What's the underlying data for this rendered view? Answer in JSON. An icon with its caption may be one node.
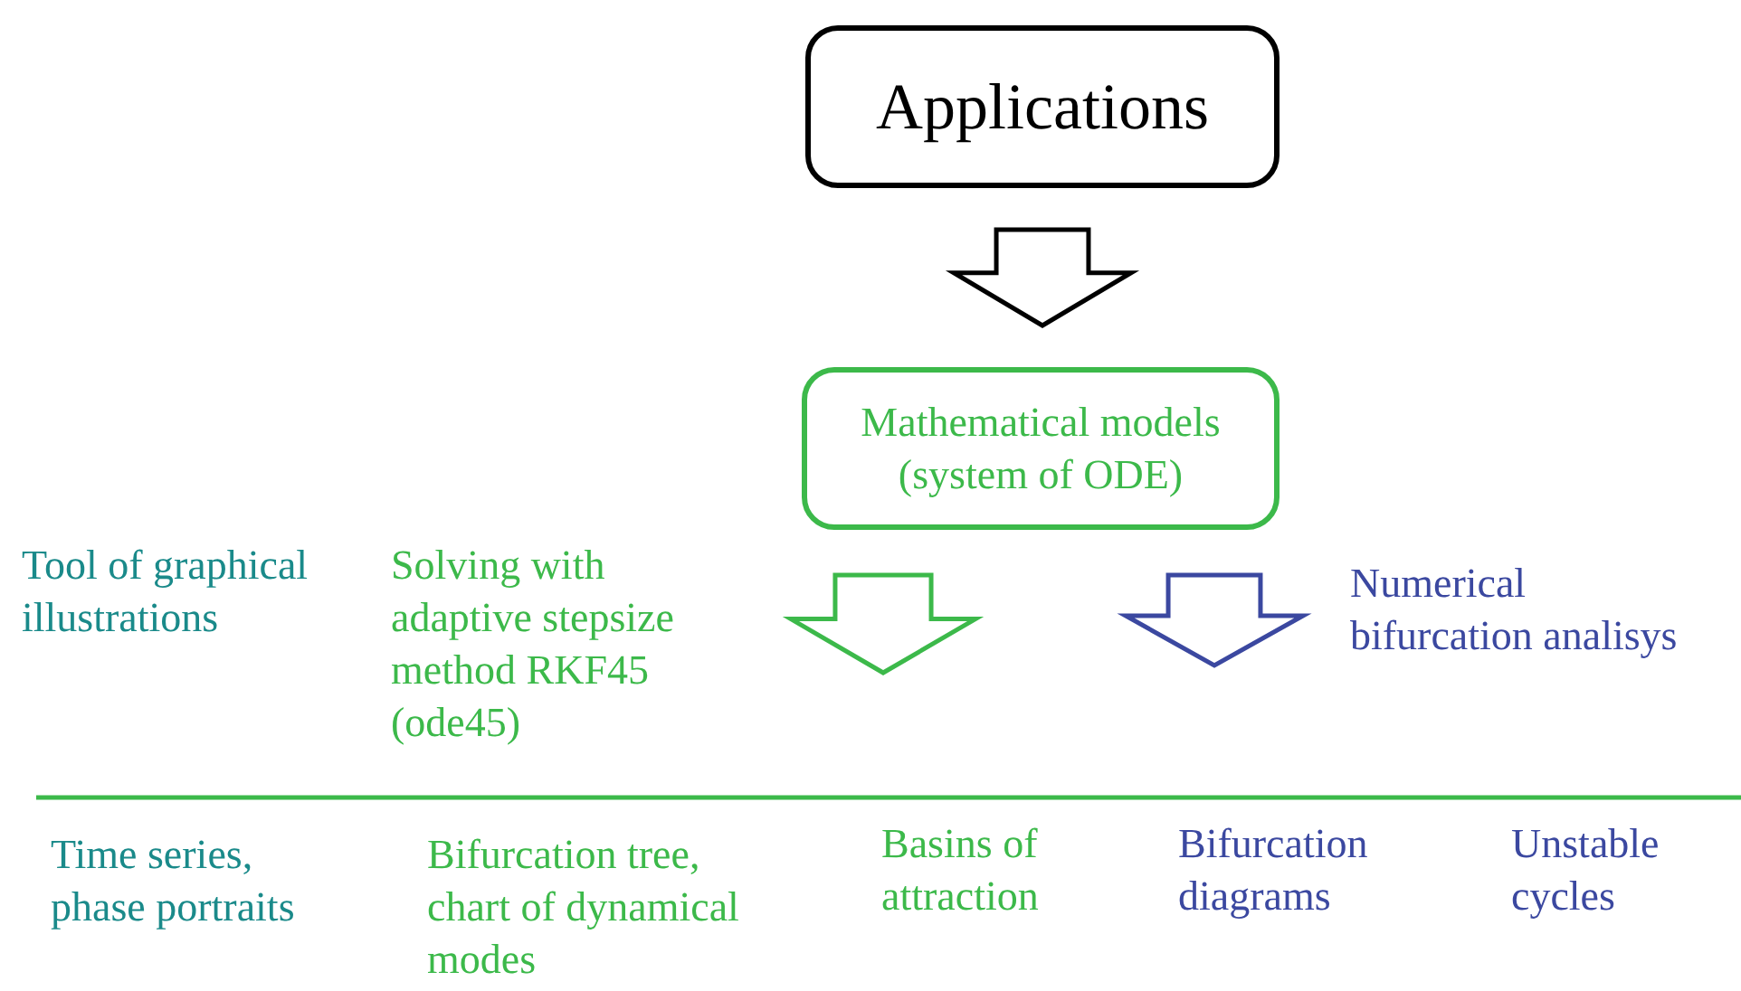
{
  "diagram": {
    "nodes": [
      {
        "text": [
          "Applications"
        ]
      },
      {
        "text": [
          "Mathematical models (system of ODE)"
        ]
      }
    ],
    "edges": [
      {
        "from": 0,
        "to": 1,
        "arrow": "to",
        "color": "#000000"
      },
      {
        "from": 1,
        "to": null,
        "arrow": "to",
        "color": "#3cb94a"
      },
      {
        "from": 1,
        "to": null,
        "arrow": "to",
        "color": "#3b48a0"
      }
    ],
    "labels": [
      "Tool of graphical illustrations",
      "Solving with adaptive stepsize method RKF45 (ode45)",
      "Numerical bifurcation analisys",
      "Time series, phase portraits",
      "Bifurcation tree, chart of dynamical modes",
      "Basins of attraction",
      "Bifurcation diagrams",
      "Unstable cycles"
    ]
  }
}
